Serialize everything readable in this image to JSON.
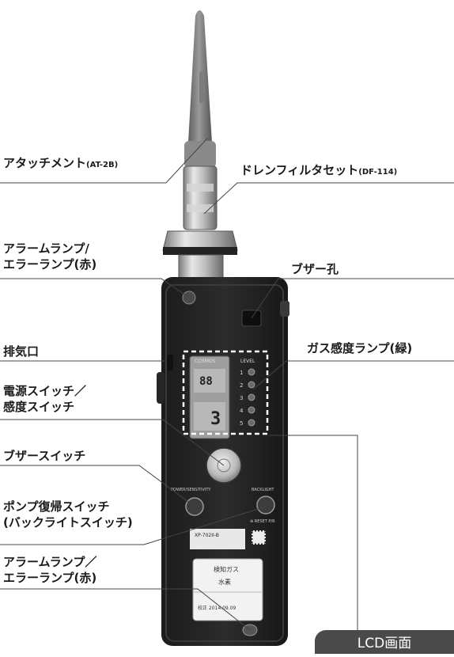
{
  "labels": {
    "attachment": "アタッチメント",
    "attachment_code": "(AT-2B)",
    "drain_filter": "ドレンフィルタセット",
    "drain_filter_code": "(DF-114)",
    "alarm_lamp_top_line1": "アラームランプ/",
    "alarm_lamp_top_line2": "エラーランプ(赤)",
    "buzzer_hole": "ブザー孔",
    "exhaust": "排気口",
    "gas_sensitivity_lamp": "ガス感度ランプ(緑)",
    "power_switch_line1": "電源スイッチ／",
    "power_switch_line2": "感度スイッチ",
    "buzzer_switch": "ブザースイッチ",
    "pump_reset_line1": "ポンプ復帰スイッチ",
    "pump_reset_line2": "(バックライトスイッチ)",
    "alarm_lamp_bottom_line1": "アラームランプ／",
    "alarm_lamp_bottom_line2": "エラーランプ(赤)",
    "lcd_tab": "LCD画面"
  },
  "device": {
    "brand": "COSMOS",
    "level_header": "LEVEL",
    "level_numbers": [
      "1",
      "2",
      "3",
      "4",
      "5"
    ],
    "lcd_reading": "3",
    "lcd_top_value": "88",
    "power_caption": "POWER/SENSITIVITY",
    "backlight_caption": "BACKLIGHT",
    "reset_caption": "⊕ RESET P/R",
    "model": "XP-702II-B",
    "badge_line1": "検知ガス",
    "badge_line2": "水素",
    "badge_line3": "校正 2014.09.09"
  },
  "colors": {
    "label_text": "#1a1a1a",
    "leader_line": "#444444",
    "tab_bg": "#4a4a4a",
    "tab_text": "#ffffff",
    "dashed_box": "#ffffff"
  }
}
